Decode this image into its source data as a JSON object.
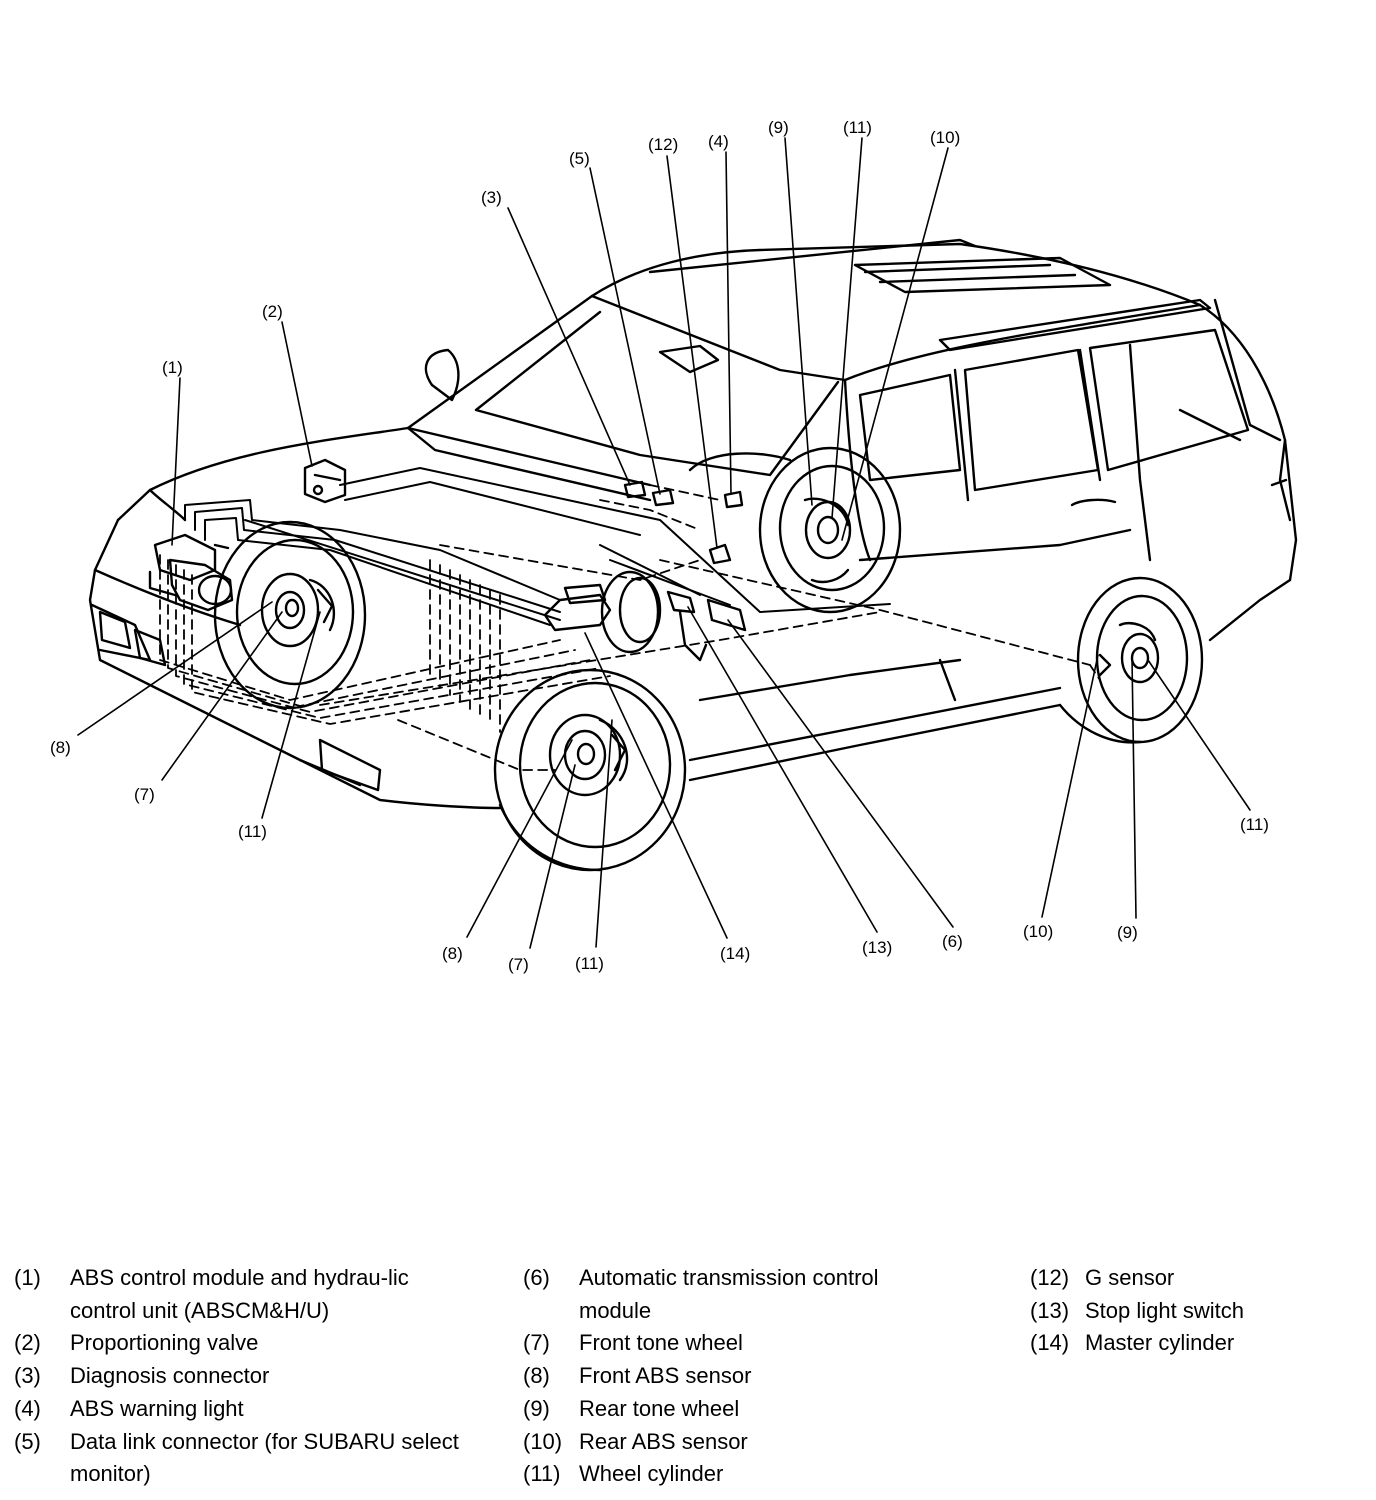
{
  "callouts": [
    {
      "id": "c1",
      "text": "(1)"
    },
    {
      "id": "c2",
      "text": "(2)"
    },
    {
      "id": "c3",
      "text": "(3)"
    },
    {
      "id": "c5",
      "text": "(5)"
    },
    {
      "id": "c12",
      "text": "(12)"
    },
    {
      "id": "c4",
      "text": "(4)"
    },
    {
      "id": "c9a",
      "text": "(9)"
    },
    {
      "id": "c11a",
      "text": "(11)"
    },
    {
      "id": "c10a",
      "text": "(10)"
    },
    {
      "id": "c8a",
      "text": "(8)"
    },
    {
      "id": "c7a",
      "text": "(7)"
    },
    {
      "id": "c11b",
      "text": "(11)"
    },
    {
      "id": "c8b",
      "text": "(8)"
    },
    {
      "id": "c7b",
      "text": "(7)"
    },
    {
      "id": "c11c",
      "text": "(11)"
    },
    {
      "id": "c14",
      "text": "(14)"
    },
    {
      "id": "c13",
      "text": "(13)"
    },
    {
      "id": "c6",
      "text": "(6)"
    },
    {
      "id": "c10b",
      "text": "(10)"
    },
    {
      "id": "c9b",
      "text": "(9)"
    },
    {
      "id": "c11d",
      "text": "(11)"
    }
  ],
  "legend": {
    "columns": [
      [
        {
          "num": "(1)",
          "text": "ABS control module and hydrau-lic control unit (ABSCM&H/U)"
        },
        {
          "num": "(2)",
          "text": "Proportioning valve"
        },
        {
          "num": "(3)",
          "text": "Diagnosis connector"
        },
        {
          "num": "(4)",
          "text": "ABS warning light"
        },
        {
          "num": "(5)",
          "text": "Data link connector (for SUBARU select monitor)"
        }
      ],
      [
        {
          "num": "(6)",
          "text": "Automatic transmission control module"
        },
        {
          "num": "(7)",
          "text": "Front tone wheel"
        },
        {
          "num": "(8)",
          "text": "Front ABS sensor"
        },
        {
          "num": "(9)",
          "text": "Rear tone wheel"
        },
        {
          "num": "(10)",
          "text": "Rear ABS sensor"
        },
        {
          "num": "(11)",
          "text": "Wheel cylinder"
        }
      ],
      [
        {
          "num": "(12)",
          "text": "G sensor"
        },
        {
          "num": "(13)",
          "text": "Stop light switch"
        },
        {
          "num": "(14)",
          "text": "Master cylinder"
        }
      ]
    ]
  }
}
